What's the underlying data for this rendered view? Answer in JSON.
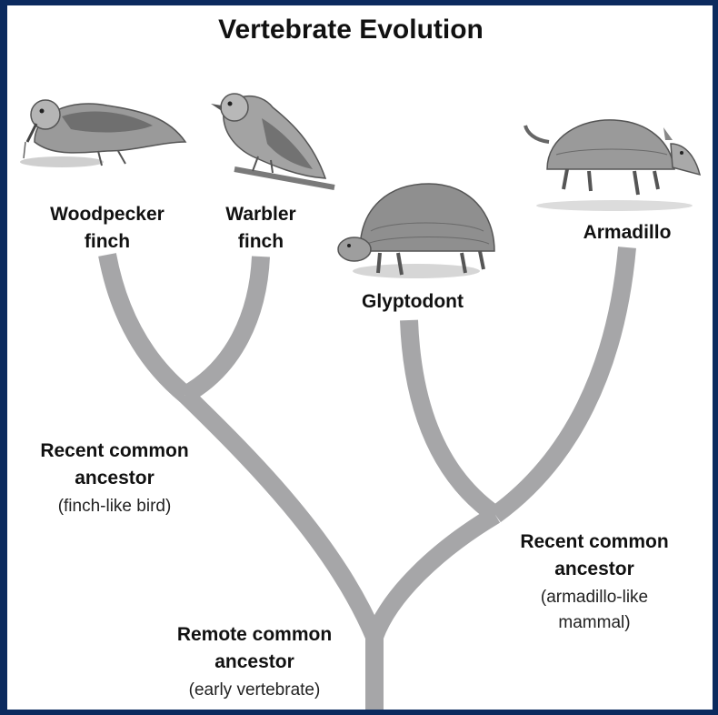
{
  "title": "Vertebrate Evolution",
  "taxa": {
    "woodpecker_finch": [
      "Woodpecker",
      "finch"
    ],
    "warbler_finch": [
      "Warbler",
      "finch"
    ],
    "glyptodont": "Glyptodont",
    "armadillo": "Armadillo"
  },
  "ancestors": {
    "finch": {
      "line1": "Recent common",
      "line2": "ancestor",
      "note": "(finch-like bird)"
    },
    "armadillo": {
      "line1": "Recent common",
      "line2": "ancestor",
      "note1": "(armadillo-like",
      "note2": "mammal)"
    },
    "remote": {
      "line1": "Remote common",
      "line2": "ancestor",
      "note": "(early vertebrate)"
    }
  },
  "colors": {
    "border": "#0b2a5e",
    "branch": "#a6a6a8",
    "illustration": "#8a8a8a"
  },
  "icons": [
    "woodpecker-finch-illustration",
    "warbler-finch-illustration",
    "glyptodont-illustration",
    "armadillo-illustration"
  ]
}
